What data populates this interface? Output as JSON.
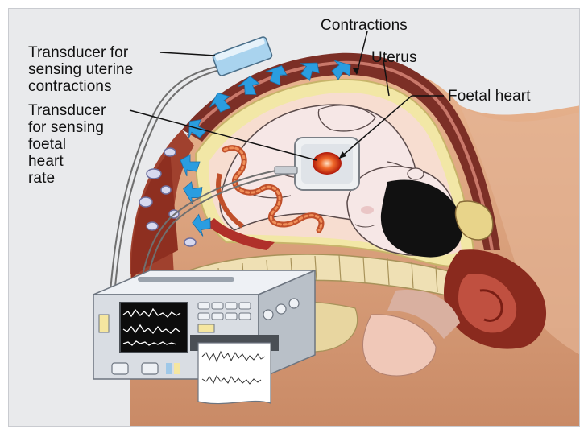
{
  "labels": {
    "contractions": "Contractions",
    "uterus": "Uterus",
    "foetal_heart": "Foetal heart",
    "transducer_contractions": "Transducer for\nsensing uterine\ncontractions",
    "transducer_heart_rate": "Transducer\nfor sensing\nfoetal\nheart\nrate"
  },
  "colors": {
    "background": "#e9eaec",
    "skin": "#e0a882",
    "abdominal_wall": "#c98f6a",
    "muscle": "#9a3a2a",
    "uterus_wall": "#f2e7a6",
    "amniotic": "#f7d9c9",
    "fetus_skin": "#f6e7e6",
    "fetus_hair": "#111111",
    "arrow": "#2a9de0",
    "transducer": "#a9d3ee",
    "monitor": "#d9dde3",
    "screen": "#0c0c0c",
    "heart": "#e03a10"
  }
}
